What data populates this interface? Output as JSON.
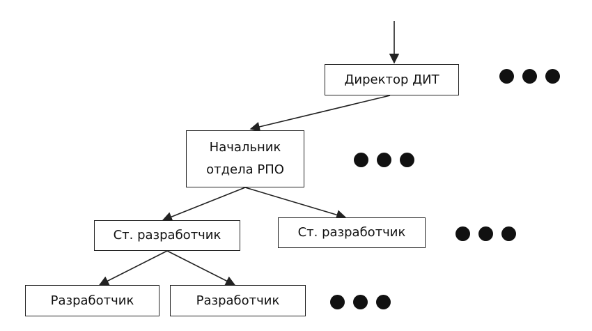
{
  "colors": {
    "line": "#222222",
    "dot": "#111111",
    "box_border": "#222222"
  },
  "nodes": [
    {
      "id": "director",
      "label": "Директор ДИТ"
    },
    {
      "id": "head",
      "label": "Начальник\nотдела РПО"
    },
    {
      "id": "senior1",
      "label": "Ст. разработчик"
    },
    {
      "id": "senior2",
      "label": "Ст. разработчик"
    },
    {
      "id": "dev1",
      "label": "Разработчик"
    },
    {
      "id": "dev2",
      "label": "Разработчик"
    }
  ],
  "edges": [
    {
      "from": "",
      "to": "director"
    },
    {
      "from": "director",
      "to": "head"
    },
    {
      "from": "head",
      "to": "senior1"
    },
    {
      "from": "head",
      "to": "senior2"
    },
    {
      "from": "senior1",
      "to": "dev1"
    },
    {
      "from": "senior1",
      "to": "dev2"
    }
  ],
  "continuation_markers": [
    {
      "level": "director",
      "icon": "ellipsis-dots-icon"
    },
    {
      "level": "head",
      "icon": "ellipsis-dots-icon"
    },
    {
      "level": "senior",
      "icon": "ellipsis-dots-icon"
    },
    {
      "level": "developer",
      "icon": "ellipsis-dots-icon"
    }
  ]
}
